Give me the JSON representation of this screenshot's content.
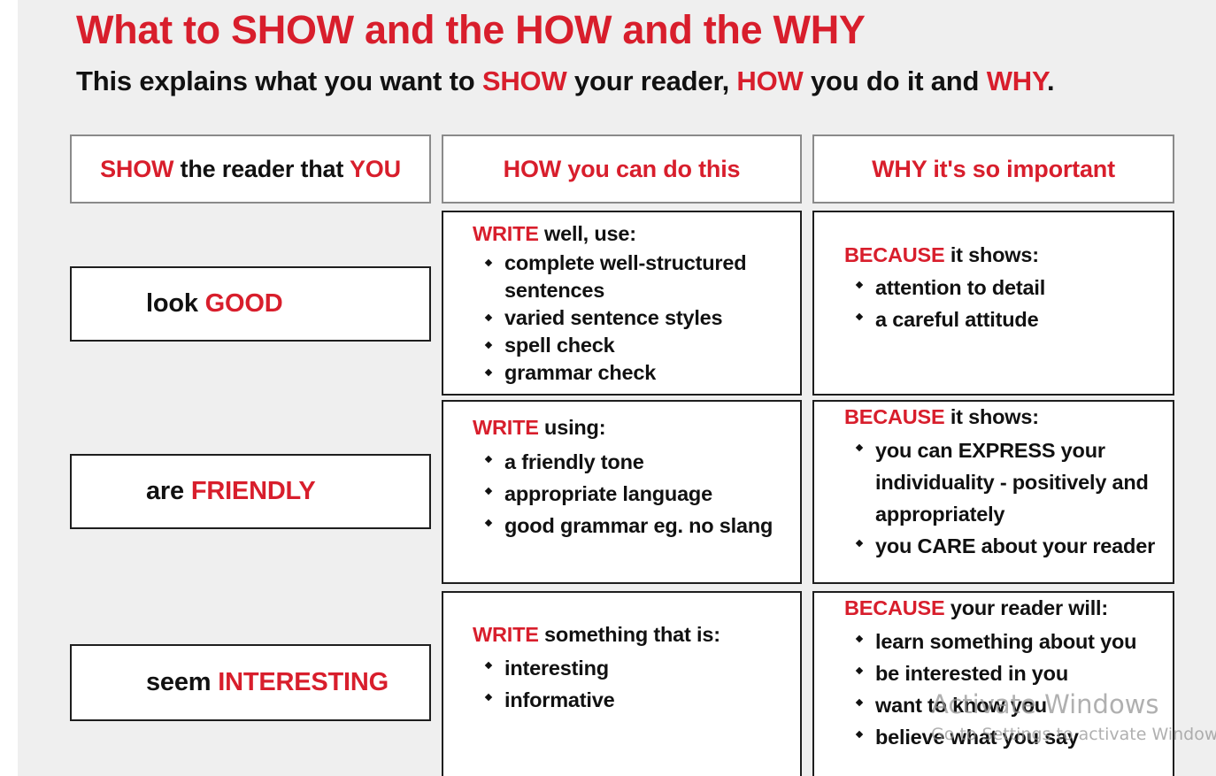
{
  "title": "What to SHOW and the HOW and the WHY",
  "subtitle": {
    "p1": "This explains what you want to ",
    "show": "SHOW",
    "p2": " your reader, ",
    "how": "HOW",
    "p3": " you do it and ",
    "why": "WHY",
    "p4": "."
  },
  "headers": {
    "col1": {
      "red1": "SHOW",
      "mid": " the reader that ",
      "red2": "YOU"
    },
    "col2": "HOW you can do this",
    "col3": "WHY it's so important"
  },
  "rows": [
    {
      "label": {
        "pre": "look ",
        "red": "GOOD"
      },
      "how": {
        "red": "WRITE",
        "rest": " well, use:",
        "items": [
          "complete well-structured",
          "sentences",
          "varied sentence styles",
          "spell check",
          "grammar check"
        ]
      },
      "why": {
        "red": "BECAUSE",
        "rest": " it shows:",
        "items": [
          "attention to detail",
          "a careful attitude"
        ]
      }
    },
    {
      "label": {
        "pre": "are ",
        "red": "FRIENDLY"
      },
      "how": {
        "red": "WRITE",
        "rest": " using:",
        "items": [
          "a friendly tone",
          "appropriate language",
          "good grammar eg. no slang"
        ]
      },
      "why": {
        "red": "BECAUSE",
        "rest": " it shows:",
        "items": [
          "you can EXPRESS your",
          "individuality - positively and",
          "appropriately",
          "you CARE about your reader"
        ]
      }
    },
    {
      "label": {
        "pre": "seem ",
        "red": "INTERESTING"
      },
      "how": {
        "red": "WRITE",
        "rest": " something that is:",
        "items": [
          "interesting",
          "informative"
        ]
      },
      "why": {
        "red": "BECAUSE",
        "rest": " your reader will:",
        "items": [
          "learn something about you",
          "be interested in you",
          "want to know you",
          "believe what you say"
        ]
      }
    }
  ],
  "watermark": {
    "line1": "Activate Windows",
    "line2": "Go to Settings to activate Windows."
  }
}
